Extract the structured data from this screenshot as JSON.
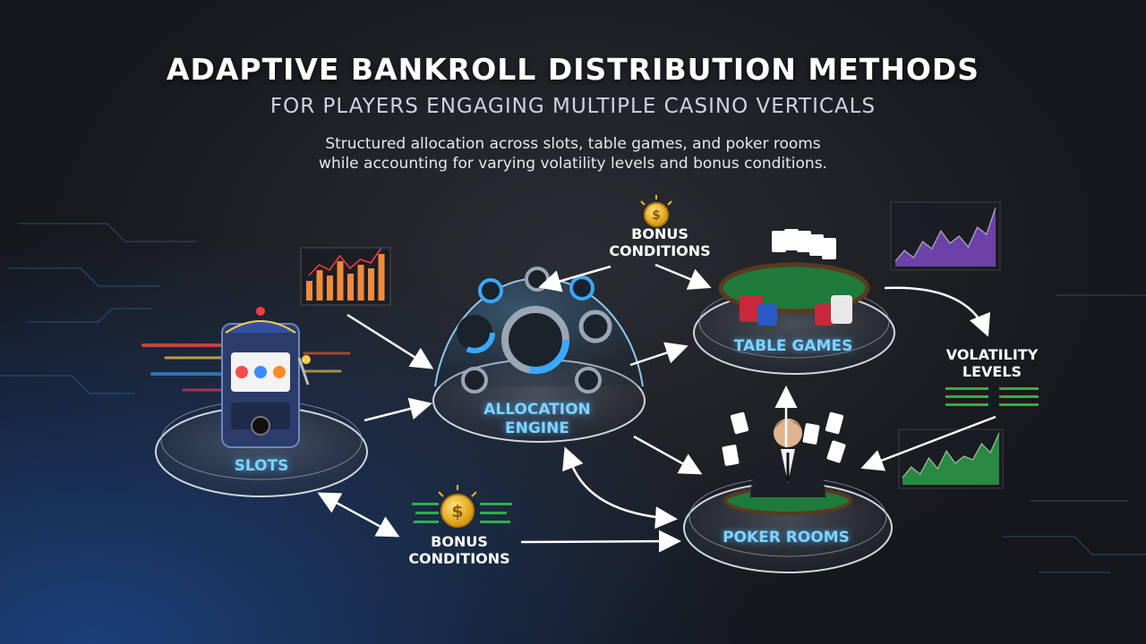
{
  "header": {
    "title": "ADAPTIVE BANKROLL DISTRIBUTION METHODS",
    "subtitle": "FOR PLAYERS ENGAGING MULTIPLE CASINO VERTICALS",
    "description_line1": "Structured allocation across slots, table games, and poker rooms",
    "description_line2": "while accounting for varying volatility levels and bonus conditions."
  },
  "nodes": {
    "slots": "SLOTS",
    "allocation_engine_line1": "ALLOCATION",
    "allocation_engine_line2": "ENGINE",
    "table_games": "TABLE GAMES",
    "poker_rooms": "POKER ROOMS"
  },
  "labels": {
    "bonus_top_line1": "BONUS",
    "bonus_top_line2": "CONDITIONS",
    "bonus_bottom_line1": "BONUS",
    "bonus_bottom_line2": "CONDITIONS",
    "volatility_line1": "VOLATILITY",
    "volatility_line2": "LEVELS"
  },
  "icons": {
    "slot_machine": "slot-machine-icon",
    "coin": "dollar-coin-icon",
    "table": "casino-table-icon",
    "dealer": "poker-dealer-icon"
  },
  "colors": {
    "accent_blue": "#7fd3ff",
    "arrow": "#ffffff",
    "chart_orange": "#f08a3c",
    "chart_purple": "#8a4fd6",
    "chart_green": "#2fae4e",
    "felt_green": "#1f7a3c",
    "coin_gold": "#f2b51e"
  }
}
